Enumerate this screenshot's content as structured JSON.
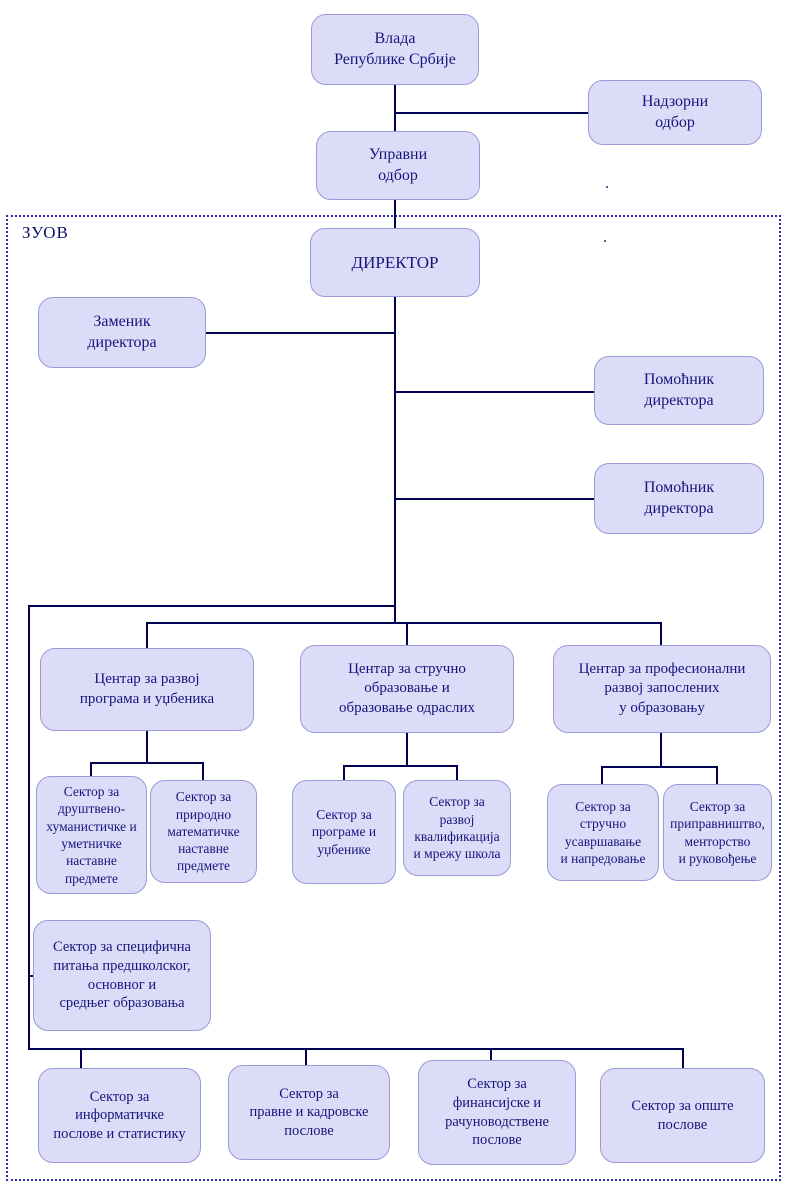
{
  "diagram": {
    "frame_label": "ЗУОВ",
    "nodes": {
      "vlada": {
        "label": "Влада\nРепублике Србије"
      },
      "nadzorni_odbor": {
        "label": "Надзорни\nодбор"
      },
      "upravni_odbor": {
        "label": "Управни\nодбор"
      },
      "direktor": {
        "label": "ДИРЕКТОР"
      },
      "zamenik_direktora": {
        "label": "Заменик\nдиректора"
      },
      "pomocnik_direktora_1": {
        "label": "Помоћник\nдиректора"
      },
      "pomocnik_direktora_2": {
        "label": "Помоћник\nдиректора"
      },
      "centar_razvoj_programa": {
        "label": "Центар за развој\nпрограма и уџбеника"
      },
      "centar_strucno_obrazovanje": {
        "label": "Центар за стручно\nобразовање и\nобразовање одраслих"
      },
      "centar_profesionalni_razvoj": {
        "label": "Центар за професионални\nразвој запослених\nу образовању"
      },
      "sektor_drustveno_humanisticki": {
        "label": "Сектор за\nдруштвено-\nхуманистичке и\nуметничке\nнаставне\nпредмете"
      },
      "sektor_prirodno_matematicki": {
        "label": "Сектор за\nприродно\nматематичке\nнаставне\nпредмете"
      },
      "sektor_programi_udzbenici": {
        "label": "Сектор за\nпрограме и\nуџбенике"
      },
      "sektor_razvoj_kvalifikacija": {
        "label": "Сектор за\nразвој\nквалификација\nи мрежу школа"
      },
      "sektor_strucno_usavrsavanje": {
        "label": "Сектор за\nстручно\nусавршавање\nи напредовање"
      },
      "sektor_pripravnistvo": {
        "label": "Сектор за\nприправништво,\nменторство\nи руковођење"
      },
      "sektor_specificna_pitanja": {
        "label": "Сектор за специфична\nпитања предшколског,\nосновног и\nсредњег образовања"
      },
      "sektor_informaticki_poslovi": {
        "label": "Сектор за\nинформатичке\nпослове и статистику"
      },
      "sektor_pravni_kadrovski": {
        "label": "Сектор за\nправне  и кадровске\nпослове"
      },
      "sektor_finansijski": {
        "label": "Сектор за\nфинансијске и\nрачуноводствене\nпослове"
      },
      "sektor_opsti_poslovi": {
        "label": "Сектор за опште\nпослове"
      }
    },
    "stray_marks": {
      "dot1": ".",
      "dot2": "."
    }
  }
}
